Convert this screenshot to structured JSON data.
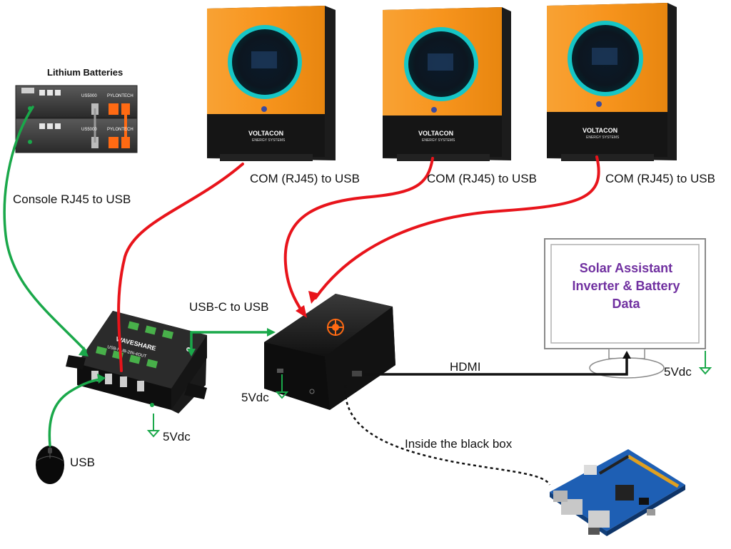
{
  "batteries": {
    "title": "Lithium Batteries",
    "model": "US5000",
    "brand": "PYLONTECH"
  },
  "inverters": {
    "brand": "VOLTACON",
    "subtitle": "ENERGY SYSTEMS"
  },
  "labels": {
    "com1": "COM (RJ45) to USB",
    "com2": "COM (RJ45) to USB",
    "com3": "COM (RJ45) to USB",
    "console": "Console RJ45 to USB",
    "usbc": "USB-C to USB",
    "hdmi": "HDMI",
    "power_hub": "5Vdc",
    "power_pi": "5Vdc",
    "power_monitor": "5Vdc",
    "usb_mouse": "USB",
    "inside_box": "Inside the black box"
  },
  "hub": {
    "brand": "WAVESHARE",
    "model": "USB-HUB-2IN-4OUT"
  },
  "monitor": {
    "line1": "Solar Assistant",
    "line2": "Inverter & Battery",
    "line3": "Data"
  },
  "colors": {
    "red_cable": "#e8141b",
    "green_cable": "#1aa84a",
    "inverter_orange": "#f7941d",
    "screen_text": "#7030a0"
  }
}
